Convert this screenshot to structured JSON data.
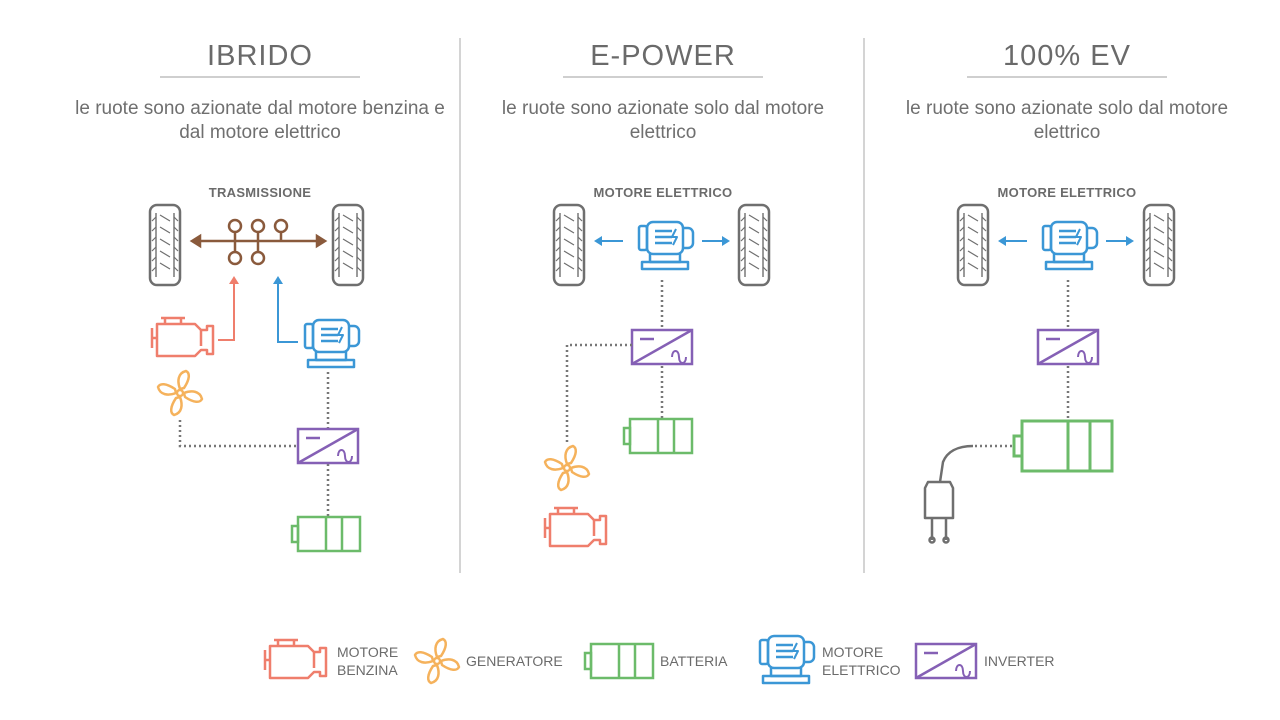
{
  "columns": [
    {
      "title": "IBRIDO",
      "description": "le ruote sono azionate dal motore benzina e dal motore elettrico",
      "diagram_label": "TRASMISSIONE"
    },
    {
      "title": "E-POWER",
      "description": "le ruote sono azionate solo dal motore elettrico",
      "diagram_label": "MOTORE ELETTRICO"
    },
    {
      "title": "100% EV",
      "description": "le ruote sono azionate solo dal motore elettrico",
      "diagram_label": "MOTORE ELETTRICO"
    }
  ],
  "legend": [
    {
      "icon": "engine-icon",
      "line1": "MOTORE",
      "line2": "BENZINA"
    },
    {
      "icon": "generator-icon",
      "line1": "GENERATORE",
      "line2": ""
    },
    {
      "icon": "battery-icon",
      "line1": "BATTERIA",
      "line2": ""
    },
    {
      "icon": "electric-motor-icon",
      "line1": "MOTORE",
      "line2": "ELETTRICO"
    },
    {
      "icon": "inverter-icon",
      "line1": "INVERTER",
      "line2": ""
    }
  ],
  "colors": {
    "engine": "#ef7e6c",
    "generator": "#f5b25c",
    "battery": "#6cbb6a",
    "motor": "#3b97d6",
    "inverter": "#8560b5",
    "transmission": "#8a5a3c",
    "tire": "#6f6f6f",
    "plug": "#6f6f6f"
  }
}
